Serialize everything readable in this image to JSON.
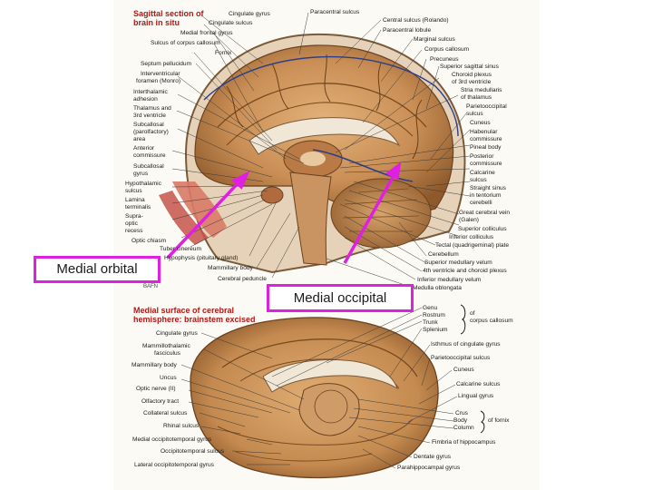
{
  "top_panel": {
    "title_line1": "Sagittal section of",
    "title_line2": "brain in situ",
    "labels_left": [
      "Cingulate gyrus",
      "Cingulate sulcus",
      "Medial frontal gyrus",
      "Sulcus of corpus callosum",
      "Fornix",
      "Septum pellucidum",
      "Interventricular",
      "foramen (Monro)",
      "Interthalamic",
      "adhesion",
      "Thalamus and",
      "3rd ventricle",
      "Subcallosal",
      "(parolfactory)",
      "area",
      "Anterior",
      "commissure",
      "Subcallosal",
      "gyrus",
      "Hypothalamic",
      "sulcus",
      "Lamina",
      "terminalis",
      "Supra-",
      "optic",
      "recess",
      "Optic chiasm",
      "Tuber cinereum",
      "Hypophysis (pituitary gland)",
      "Mammillary body",
      "Cerebral peduncle"
    ],
    "labels_right": [
      "Paracentral sulcus",
      "Central sulcus (Rolando)",
      "Paracentral lobule",
      "Marginal sulcus",
      "Corpus callosum",
      "Precuneus",
      "Superior sagittal sinus",
      "Choroid plexus",
      "of 3rd ventricle",
      "Stria medullaris",
      "of thalamus",
      "Parietooccipital",
      "sulcus",
      "Cuneus",
      "Habenular",
      "commissure",
      "Pineal body",
      "Posterior",
      "commissure",
      "Calcarine",
      "sulcus",
      "Straight sinus",
      "in tentorium",
      "cerebelli",
      "Great cerebral vein",
      "(Galen)",
      "Superior colliculus",
      "Inferior colliculus",
      "Tectal (quadrigeminal) plate",
      "Cerebellum",
      "Superior medullary velum",
      "4th ventricle and choroid plexus",
      "Inferior medullary velum",
      "Medulla oblongata"
    ]
  },
  "bottom_panel": {
    "title_line1": "Medial surface of cerebral",
    "title_line2": "hemisphere: brainstem excised",
    "labels_left": [
      "Cingulate gyrus",
      "Mammillothalamic",
      "fasciculus",
      "Mammillary body",
      "Uncus",
      "Optic nerve (II)",
      "Olfactory tract",
      "Collateral sulcus",
      "Rhinal sulcus",
      "Medial occipitotemporal gyrus",
      "Occipitotemporal sulcus",
      "Lateral occipitotemporal gyrus"
    ],
    "labels_right": [
      "Genu",
      "Rostrum",
      "Trunk",
      "Splenium",
      "of",
      "corpus callosum",
      "Isthmus of cingulate gyrus",
      "Parietooccipital sulcus",
      "Cuneus",
      "Calcarine sulcus",
      "Lingual gyrus",
      "Crus",
      "Body",
      "Column",
      "of fornix",
      "Fimbria of hippocampus",
      "Dentate gyrus",
      "Parahippocampal gyrus"
    ]
  },
  "logo_text": "BAFN",
  "callouts": {
    "orbital": "Medial orbital",
    "occipital": "Medial occipital"
  },
  "colors": {
    "callout_border": "#e020e0",
    "arrow": "#e020e0",
    "title_red": "#b01818",
    "brain_tan": "#c9935c",
    "brain_dark": "#8a5a2e"
  }
}
